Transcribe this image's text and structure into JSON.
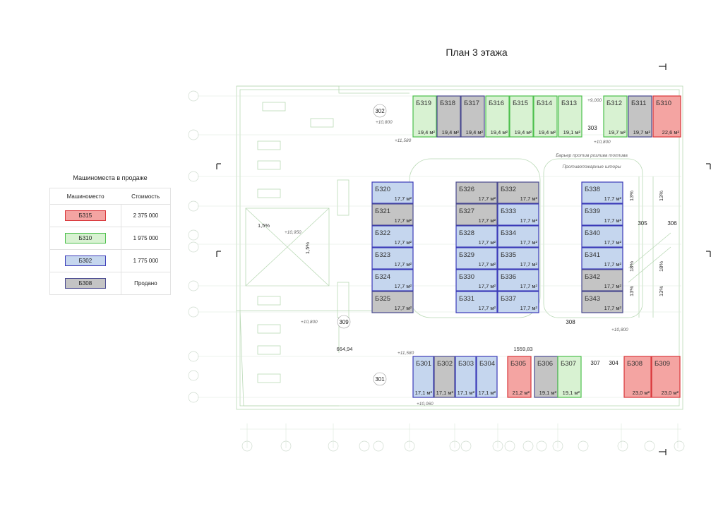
{
  "title": "План 3 этажа",
  "legend": {
    "title": "Машиноместа в продаже",
    "col_spot": "Машиноместо",
    "col_price": "Стоимость",
    "rows": [
      {
        "spot": "Б315",
        "price": "2 375 000",
        "status": "red"
      },
      {
        "spot": "Б310",
        "price": "1 975 000",
        "status": "green"
      },
      {
        "spot": "Б302",
        "price": "1 775 000",
        "status": "blue"
      },
      {
        "spot": "Б308",
        "price": "Продано",
        "status": "gray"
      }
    ]
  },
  "colors": {
    "red": {
      "fill": "#f4a4a2",
      "stroke": "#d9363a"
    },
    "green": {
      "fill": "#d8f2d2",
      "stroke": "#4cc04c"
    },
    "blue": {
      "fill": "#c5d6ee",
      "stroke": "#3b3bb8"
    },
    "gray": {
      "fill": "#c4c4c4",
      "stroke": "#4a4a90"
    }
  },
  "spots": [
    {
      "id": "Б319",
      "area": "19,4 м²",
      "status": "green"
    },
    {
      "id": "Б318",
      "area": "19,4 м²",
      "status": "gray"
    },
    {
      "id": "Б317",
      "area": "19,4 м²",
      "status": "gray"
    },
    {
      "id": "Б316",
      "area": "19,4 м²",
      "status": "green"
    },
    {
      "id": "Б315",
      "area": "19,4 м²",
      "status": "green"
    },
    {
      "id": "Б314",
      "area": "19,4 м²",
      "status": "green"
    },
    {
      "id": "Б313",
      "area": "19,1 м²",
      "status": "green"
    },
    {
      "id": "Б312",
      "area": "19,7 м²",
      "status": "green"
    },
    {
      "id": "Б311",
      "area": "19,7 м²",
      "status": "gray"
    },
    {
      "id": "Б310",
      "area": "22,6 м²",
      "status": "red"
    },
    {
      "id": "Б320",
      "area": "17,7 м²",
      "status": "blue"
    },
    {
      "id": "Б321",
      "area": "17,7 м²",
      "status": "gray"
    },
    {
      "id": "Б322",
      "area": "17,7 м²",
      "status": "blue"
    },
    {
      "id": "Б323",
      "area": "17,7 м²",
      "status": "blue"
    },
    {
      "id": "Б324",
      "area": "17,7 м²",
      "status": "blue"
    },
    {
      "id": "Б325",
      "area": "17,7 м²",
      "status": "gray"
    },
    {
      "id": "Б326",
      "area": "17,7 м²",
      "status": "gray"
    },
    {
      "id": "Б327",
      "area": "17,7 м²",
      "status": "gray"
    },
    {
      "id": "Б328",
      "area": "17,7 м²",
      "status": "blue"
    },
    {
      "id": "Б329",
      "area": "17,7 м²",
      "status": "blue"
    },
    {
      "id": "Б330",
      "area": "17,7 м²",
      "status": "blue"
    },
    {
      "id": "Б331",
      "area": "17,7 м²",
      "status": "blue"
    },
    {
      "id": "Б332",
      "area": "17,7 м²",
      "status": "gray"
    },
    {
      "id": "Б333",
      "area": "17,7 м²",
      "status": "blue"
    },
    {
      "id": "Б334",
      "area": "17,7 м²",
      "status": "blue"
    },
    {
      "id": "Б335",
      "area": "17,7 м²",
      "status": "blue"
    },
    {
      "id": "Б336",
      "area": "17,7 м²",
      "status": "blue"
    },
    {
      "id": "Б337",
      "area": "17,7 м²",
      "status": "blue"
    },
    {
      "id": "Б338",
      "area": "17,7 м²",
      "status": "blue"
    },
    {
      "id": "Б339",
      "area": "17,7 м²",
      "status": "blue"
    },
    {
      "id": "Б340",
      "area": "17,7 м²",
      "status": "blue"
    },
    {
      "id": "Б341",
      "area": "17,7 м²",
      "status": "blue"
    },
    {
      "id": "Б342",
      "area": "17,7 м²",
      "status": "gray"
    },
    {
      "id": "Б343",
      "area": "17,7 м²",
      "status": "gray"
    },
    {
      "id": "Б301",
      "area": "17,1 м²",
      "status": "blue"
    },
    {
      "id": "Б302",
      "area": "17,1 м²",
      "status": "gray"
    },
    {
      "id": "Б303",
      "area": "17,1 м²",
      "status": "blue"
    },
    {
      "id": "Б304",
      "area": "17,1 м²",
      "status": "blue"
    },
    {
      "id": "Б305",
      "area": "21,2 м²",
      "status": "red"
    },
    {
      "id": "Б306",
      "area": "19,1 м²",
      "status": "gray"
    },
    {
      "id": "Б307",
      "area": "19,1 м²",
      "status": "green"
    },
    {
      "id": "Б308",
      "area": "23,0 м²",
      "status": "red"
    },
    {
      "id": "Б309",
      "area": "23,0 м²",
      "status": "red"
    }
  ],
  "rooms": [
    "302",
    "303",
    "301",
    "307",
    "304",
    "305",
    "306",
    "308",
    "309"
  ],
  "dimensions": [
    "664,94",
    "1559,83"
  ],
  "elevations": [
    "+9,000",
    "+10,800",
    "+10,800",
    "+10,950",
    "+10,800",
    "+10,800",
    "+11,580",
    "+11,580",
    "+10,060"
  ],
  "slopes": [
    "1,5%",
    "1,5%",
    "13%",
    "13%",
    "18%",
    "18%",
    "13%",
    "13%"
  ],
  "annotations": [
    "Барьер против розлива топлива",
    "Противопожарные шторы"
  ]
}
